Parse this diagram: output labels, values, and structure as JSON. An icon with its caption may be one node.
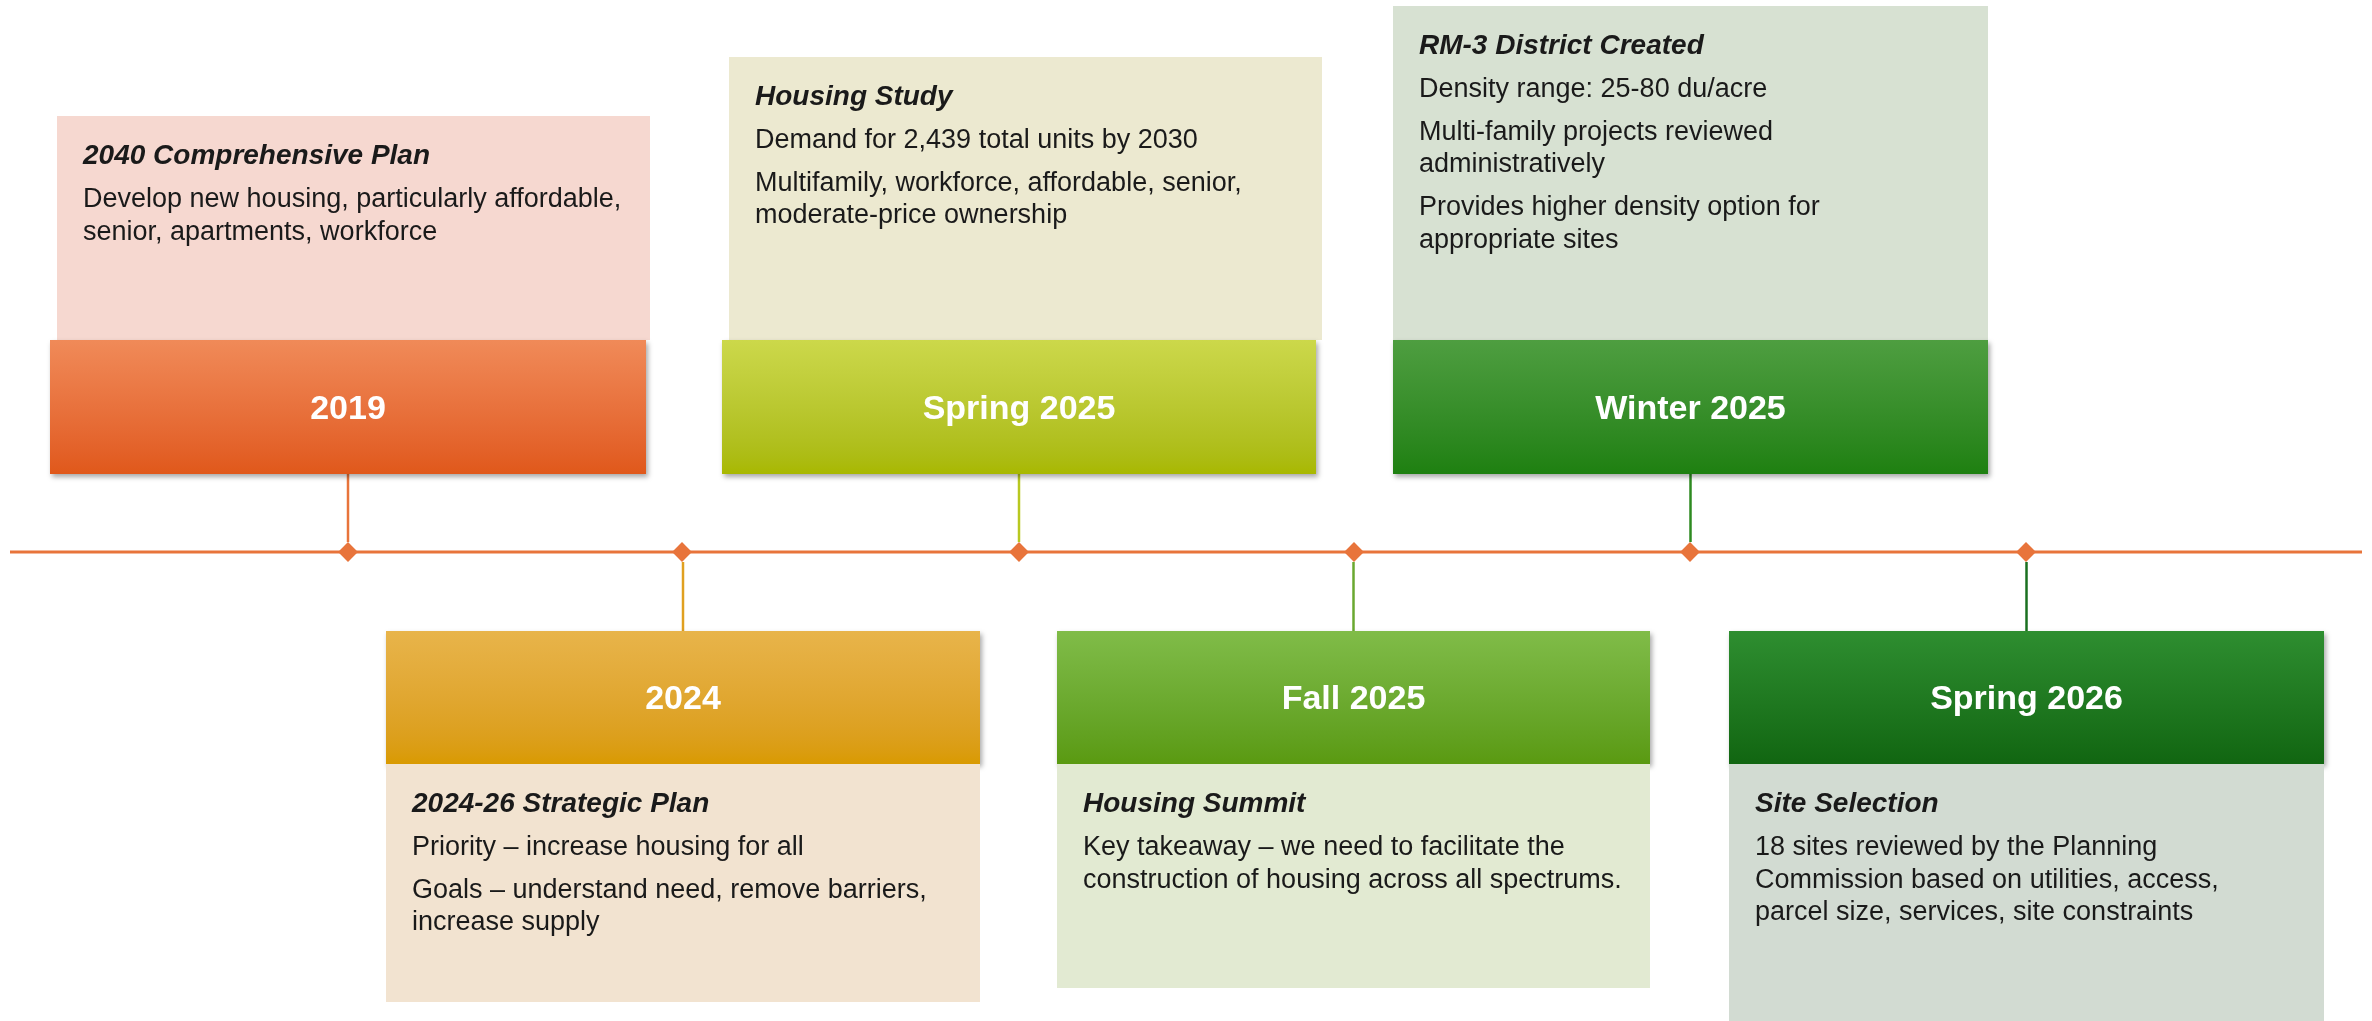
{
  "diagram": {
    "nodes": [
      {
        "text": [
          "2040 Comprehensive Plan",
          "Develop new housing, particularly affordable, senior, apartments, workforce"
        ]
      },
      {
        "text": [
          "2019"
        ]
      },
      {
        "text": [],
        "shape": "diamond"
      },
      {
        "text": [],
        "shape": "diamond"
      },
      {
        "text": [
          "2024"
        ]
      },
      {
        "text": [
          "2024-26 Strategic Plan",
          "Priority – increase housing for all",
          "Goals – understand need, remove barriers, increase supply"
        ]
      },
      {
        "text": [
          "Housing Study",
          "Demand for 2,439 total units by 2030",
          "Multifamily, workforce, affordable, senior, moderate-price ownership"
        ]
      },
      {
        "text": [
          "Spring 2025"
        ]
      },
      {
        "text": [],
        "shape": "diamond"
      },
      {
        "text": [],
        "shape": "diamond"
      },
      {
        "text": [
          "Fall 2025"
        ]
      },
      {
        "text": [
          "Housing Summit",
          "Key takeaway – we need to facilitate the construction of housing across all spectrums."
        ]
      },
      {
        "text": [
          "RM-3 District Created",
          "Density range: 25-80 du/acre",
          "Multi-family projects reviewed administratively",
          "Provides higher density option for appropriate sites"
        ]
      },
      {
        "text": [
          "Winter 2025"
        ]
      },
      {
        "text": [],
        "shape": "diamond"
      },
      {
        "text": [],
        "shape": "diamond"
      },
      {
        "text": [
          "Spring 2026"
        ]
      },
      {
        "text": [
          "Site Selection",
          "18 sites reviewed by the Planning Commission based on utilities, access, parcel size, services, site constraints"
        ]
      }
    ],
    "edges": [
      {
        "from": 1,
        "to": 2,
        "arrow": "none",
        "color": "#e8743b"
      },
      {
        "from": 4,
        "to": 3,
        "arrow": "none",
        "color": "#e0a020"
      },
      {
        "from": 7,
        "to": 8,
        "arrow": "none",
        "color": "#b8c820"
      },
      {
        "from": 10,
        "to": 9,
        "arrow": "none",
        "color": "#6aa830"
      },
      {
        "from": 13,
        "to": 14,
        "arrow": "none",
        "color": "#2e8a20"
      },
      {
        "from": 16,
        "to": 15,
        "arrow": "none",
        "color": "#1a7020"
      }
    ]
  }
}
